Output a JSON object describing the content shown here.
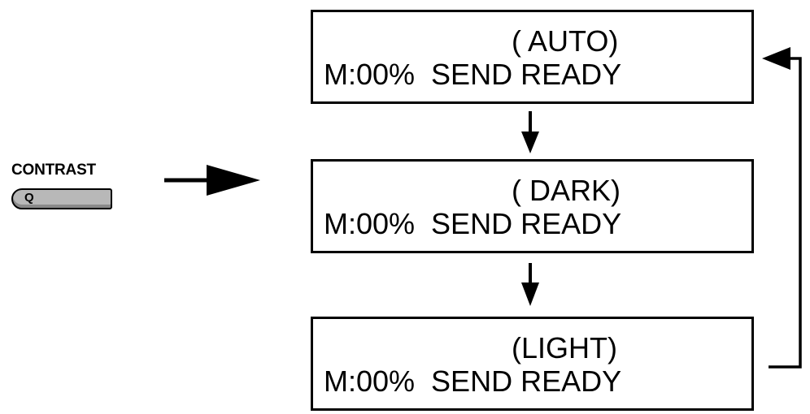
{
  "contrast_key": {
    "label": "CONTRAST",
    "key_letter": "Q"
  },
  "displays": [
    {
      "mode": "( AUTO)",
      "status": "M:00%  SEND READY"
    },
    {
      "mode": "( DARK)",
      "status": "M:00%  SEND READY"
    },
    {
      "mode": "(LIGHT)",
      "status": "M:00%  SEND READY"
    }
  ],
  "icons": {
    "press_arrow": "arrow-right-icon",
    "step_arrow": "arrow-down-icon",
    "loop_arrow": "loop-back-arrow-icon"
  }
}
